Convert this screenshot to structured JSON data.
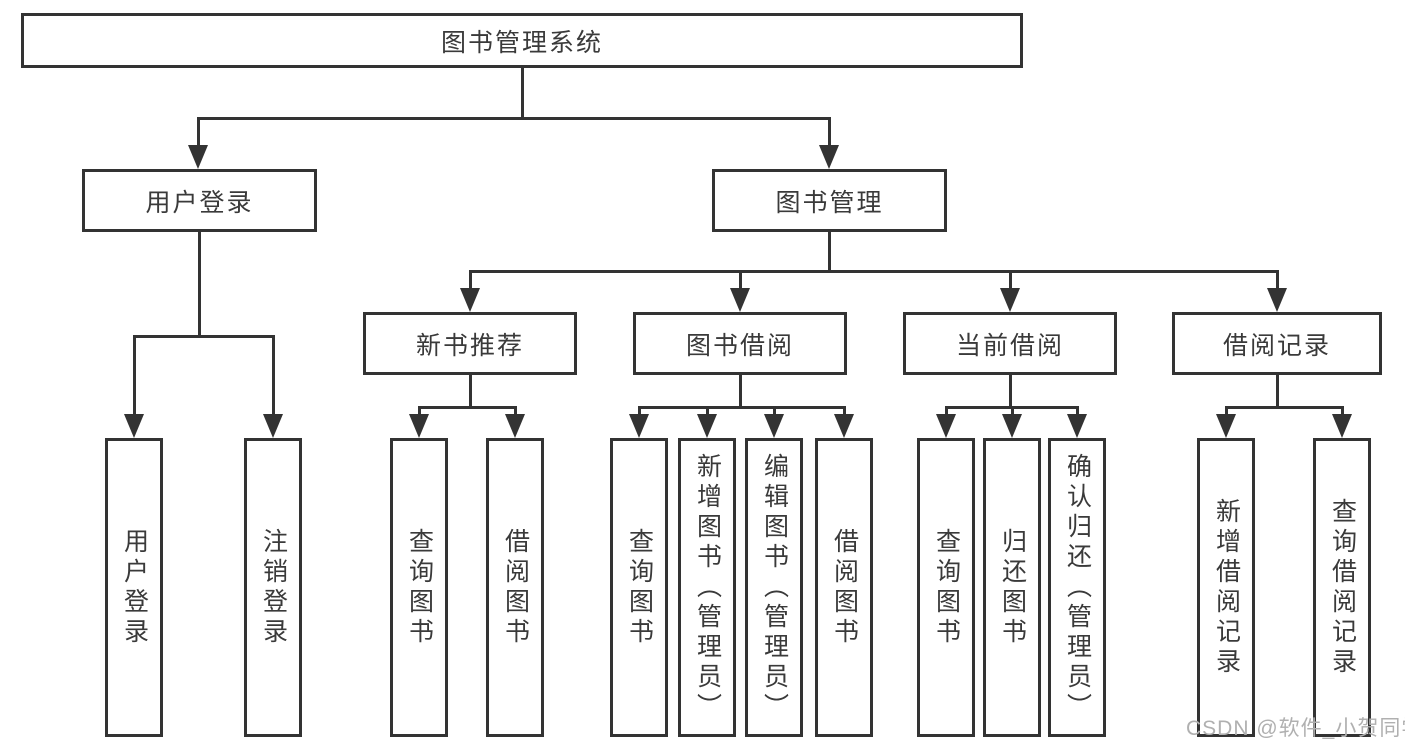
{
  "diagram": {
    "title": "图书管理系统",
    "branches": [
      {
        "label": "用户登录",
        "children": [
          "用户登录",
          "注销登录"
        ]
      },
      {
        "label": "图书管理",
        "sections": [
          {
            "label": "新书推荐",
            "children": [
              "查询图书",
              "借阅图书"
            ]
          },
          {
            "label": "图书借阅",
            "children": [
              "查询图书",
              "新增图书（管理员）",
              "编辑图书（管理员）",
              "借阅图书"
            ]
          },
          {
            "label": "当前借阅",
            "children": [
              "查询图书",
              "归还图书",
              "确认归还（管理员）"
            ]
          },
          {
            "label": "借阅记录",
            "children": [
              "新增借阅记录",
              "查询借阅记录"
            ]
          }
        ]
      }
    ]
  },
  "watermark": {
    "text": "CSDN @软件_小贺同学"
  },
  "colors": {
    "line": "#333333",
    "text": "#3a3a3a",
    "watermark": "#b0b0b0",
    "background": "#ffffff"
  }
}
